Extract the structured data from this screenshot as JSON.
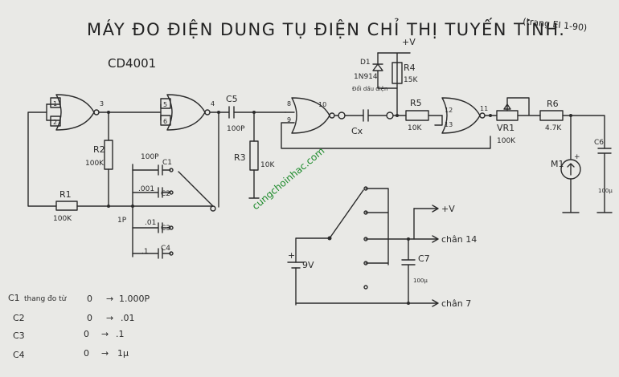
{
  "title": "MÁY ĐO ĐIỆN DUNG TỤ ĐIỆN CHỈ THỊ TUYẾN TÍNH.",
  "title_note": "(trang EI 1-90)",
  "ic": "CD4001",
  "supply": "+V",
  "watermark": "cungchoinhac.com",
  "diode": {
    "ref": "D1",
    "part": "1N914",
    "note": "Đổi dấu điện"
  },
  "gate_pins": [
    "1",
    "2",
    "3",
    "5",
    "6",
    "4",
    "8",
    "9",
    "10",
    "12",
    "13",
    "11"
  ],
  "components": {
    "r1": {
      "ref": "R1",
      "value": "100K"
    },
    "r2": {
      "ref": "R2",
      "value": "100K"
    },
    "r3": {
      "ref": "R3",
      "value": "10K"
    },
    "r4": {
      "ref": "R4",
      "value": "15K"
    },
    "r5": {
      "ref": "R5",
      "value": "10K"
    },
    "r6": {
      "ref": "R6",
      "value": "4.7K"
    },
    "vr1": {
      "ref": "VR1",
      "value": "100K"
    },
    "c1": {
      "ref": "C1",
      "value": "100P"
    },
    "c2": {
      "ref": "C2",
      "value": ".001"
    },
    "c3": {
      "ref": "C3",
      "value": ".01"
    },
    "c4": {
      "ref": "C4",
      "value": ".1"
    },
    "c5": {
      "ref": "C5",
      "value": "100P"
    },
    "c6": {
      "ref": "C6",
      "value": "100µ"
    },
    "c7": {
      "ref": "C7",
      "value": "100µ"
    },
    "cx": {
      "ref": "Cx"
    },
    "m1": {
      "ref": "M1"
    },
    "bank_note": "1P"
  },
  "battery": "9V",
  "power_out": {
    "v": "+V",
    "pin14": "chân 14",
    "pin7": "chân 7"
  },
  "ranges": [
    {
      "cap": "C1",
      "note": "thang đo từ",
      "from": "0",
      "arrow": "→",
      "to": "1.000P"
    },
    {
      "cap": "C2",
      "note": "",
      "from": "0",
      "arrow": "→",
      "to": ".01"
    },
    {
      "cap": "C3",
      "note": "",
      "from": "0",
      "arrow": "→",
      "to": ".1"
    },
    {
      "cap": "C4",
      "note": "",
      "from": "0",
      "arrow": "→",
      "to": "1µ"
    }
  ]
}
